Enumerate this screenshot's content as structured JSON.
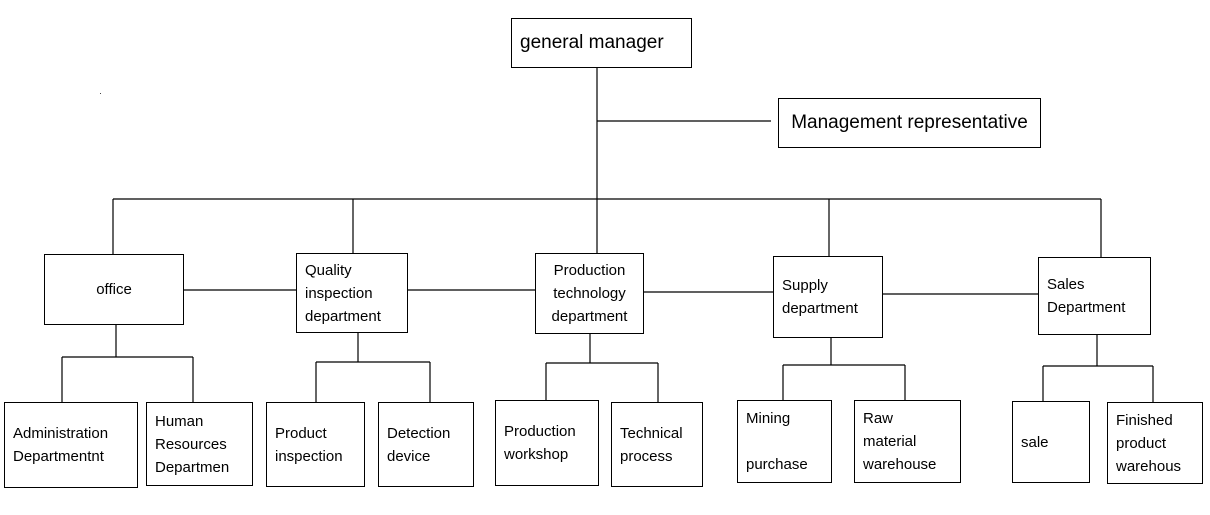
{
  "org_chart": {
    "top": {
      "label": "general manager"
    },
    "representative": {
      "label": "Management representative"
    },
    "departments": [
      {
        "label": "office",
        "subunits": [
          "Administration\nDepartmentnt",
          "Human\nResources\nDepartmen"
        ]
      },
      {
        "label": "Quality\ninspection\ndepartment",
        "subunits": [
          "Product\ninspection",
          "Detection\ndevice"
        ]
      },
      {
        "label": "Production\ntechnology\ndepartment",
        "subunits": [
          "Production\nworkshop",
          "Technical\nprocess"
        ]
      },
      {
        "label": "Supply\ndepartment",
        "subunits": [
          "Mining\n\npurchase",
          "Raw\nmaterial\nwarehouse"
        ]
      },
      {
        "label": "Sales\nDepartment",
        "subunits": [
          "sale",
          "Finished\nproduct\nwarehous"
        ]
      }
    ]
  }
}
